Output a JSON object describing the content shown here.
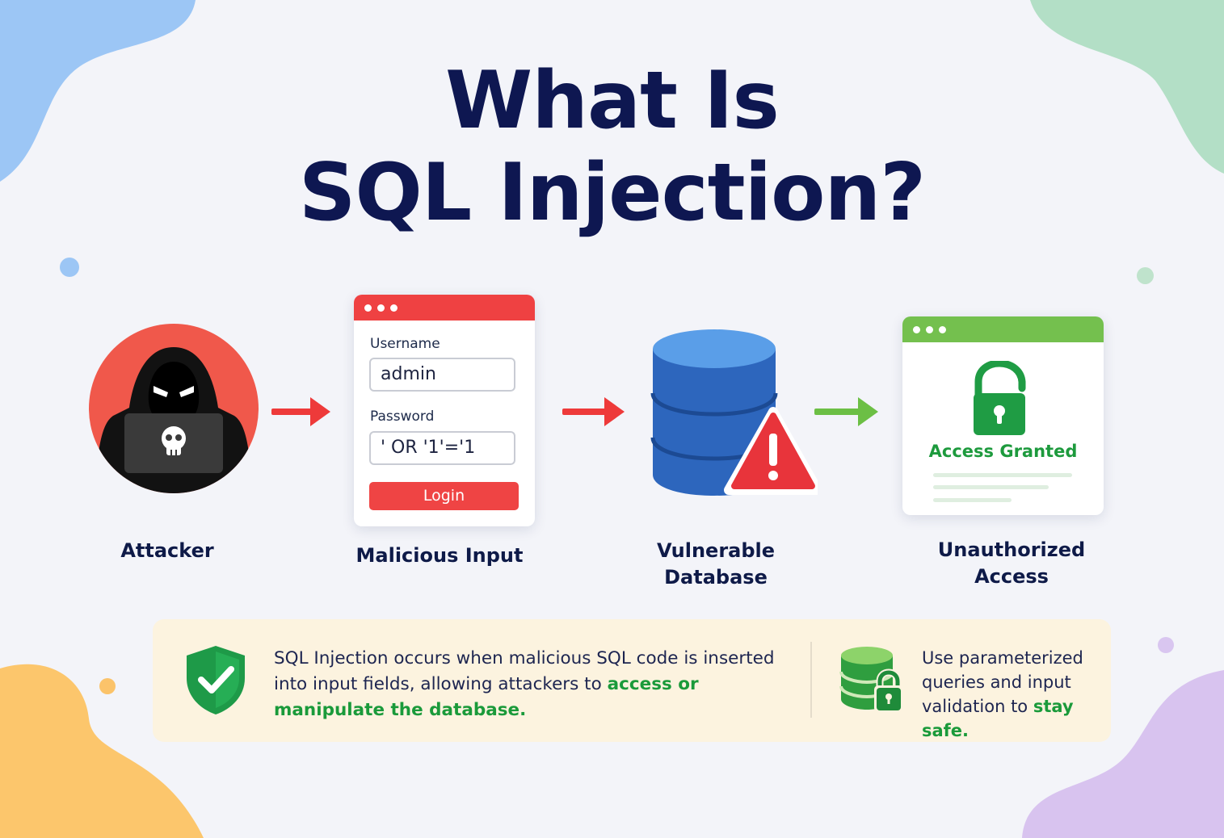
{
  "title": {
    "line1": "What Is",
    "line2": "SQL Injection?"
  },
  "steps": {
    "attacker": "Attacker",
    "malicious_input": "Malicious Input",
    "vulnerable_database": {
      "line1": "Vulnerable",
      "line2": "Database"
    },
    "unauthorized_access": {
      "line1": "Unauthorized",
      "line2": "Access"
    }
  },
  "login_form": {
    "username_label": "Username",
    "username_value": "admin",
    "password_label": "Password",
    "password_value": "' OR '1'='1",
    "login_button": "Login"
  },
  "access_window": {
    "status": "Access Granted"
  },
  "info": {
    "description_prefix": "SQL Injection occurs when malicious SQL code is inserted into input fields, allowing attackers to ",
    "description_highlight": "access or manipulate the database.",
    "tip_prefix": "Use parameterized queries and input validation to ",
    "tip_highlight": "stay safe."
  },
  "colors": {
    "title": "#0e1751",
    "danger": "#ef4142",
    "success": "#1d9a3d",
    "database": "#2f6fc4",
    "panel": "#fcf3df"
  },
  "icons": [
    "hacker-icon",
    "skull-icon",
    "arrow-right-icon",
    "database-icon",
    "warning-icon",
    "unlocked-padlock-icon",
    "shield-check-icon",
    "secure-database-icon"
  ]
}
